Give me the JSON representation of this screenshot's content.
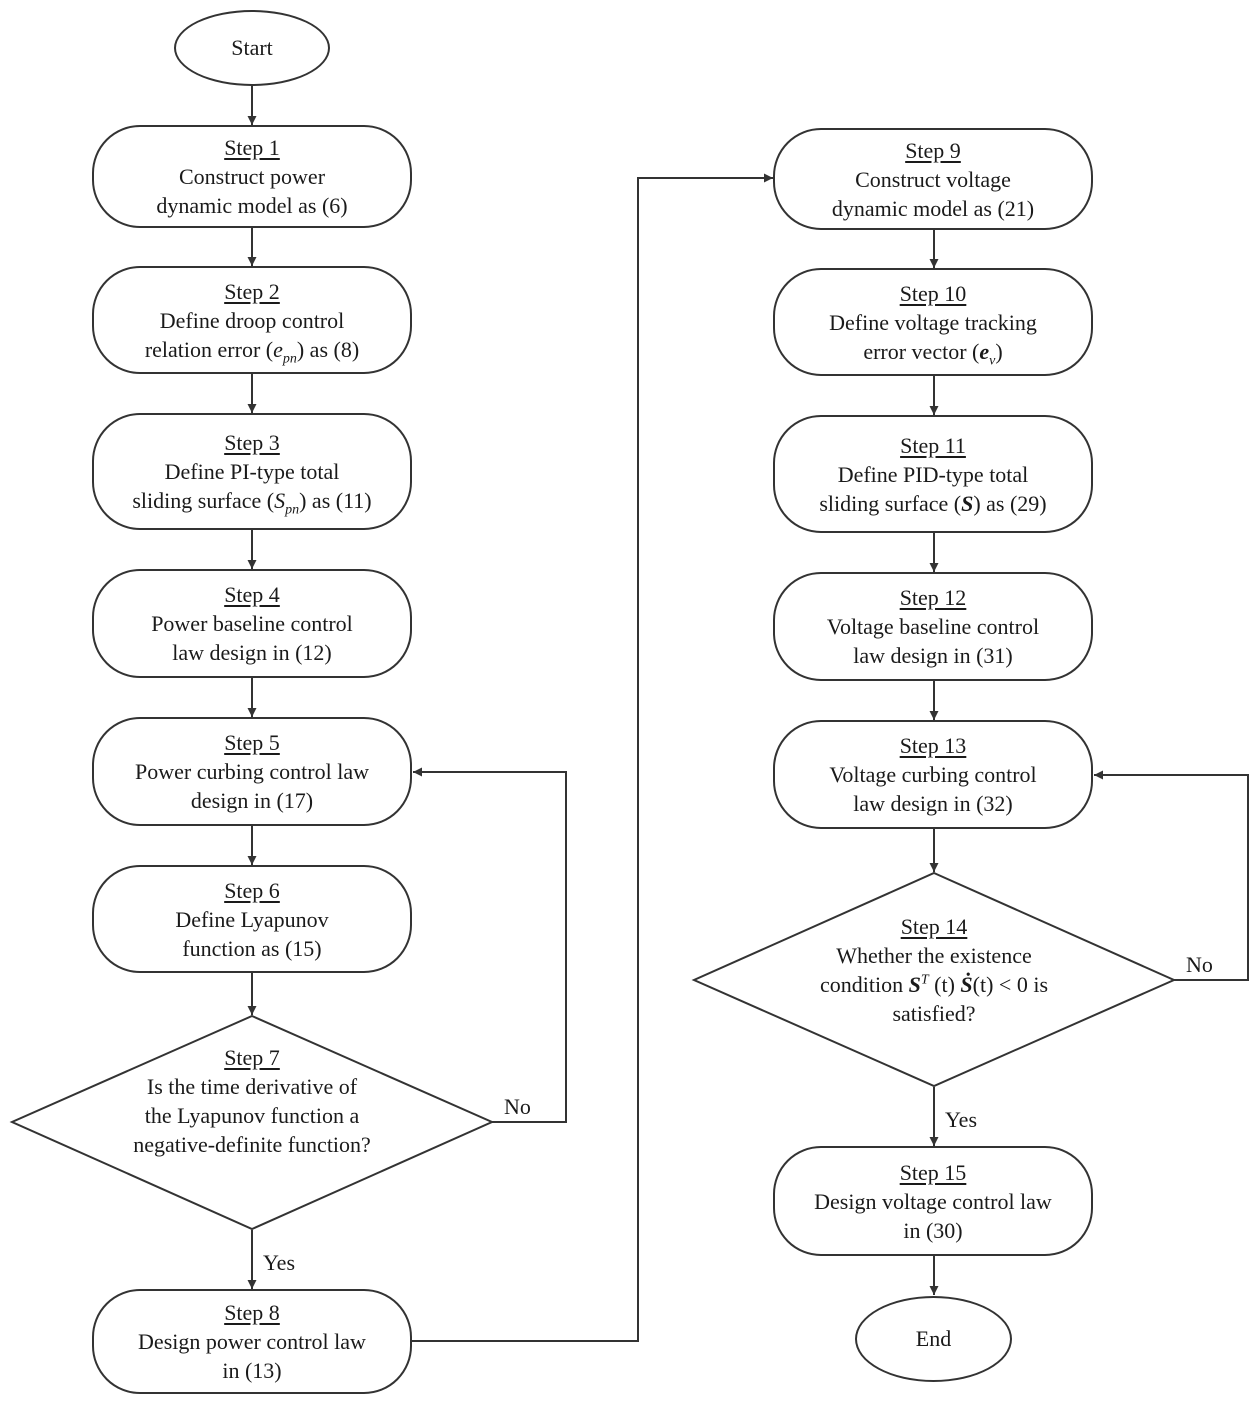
{
  "start_label": "Start",
  "end_label": "End",
  "yes_label": "Yes",
  "no_label": "No",
  "step1": {
    "title": "Step 1",
    "line1": "Construct power",
    "line2": "dynamic model as (6)"
  },
  "step2": {
    "title": "Step 2",
    "line1": "Define  droop control",
    "line2_pre": "relation error (",
    "sym": "e",
    "sub": "pn",
    "line2_post": ") as (8)"
  },
  "step3": {
    "title": "Step 3",
    "line1": "Define  PI-type total",
    "line2_pre": "sliding surface (",
    "sym": "S",
    "sub": "pn",
    "line2_post": ") as (11)"
  },
  "step4": {
    "title": "Step 4",
    "line1": "Power baseline control",
    "line2": "law design in (12)"
  },
  "step5": {
    "title": "Step 5",
    "line1": "Power curbing control law",
    "line2": "design in (17)"
  },
  "step6": {
    "title": "Step 6",
    "line1": "Define  Lyapunov",
    "line2": "function as (15)"
  },
  "step7": {
    "title": "Step 7",
    "line1": "Is the time derivative of",
    "line2": "the Lyapunov function  a",
    "line3": "negative-definite function?"
  },
  "step8": {
    "title": "Step 8",
    "line1": "Design power control law",
    "line2": "in (13)"
  },
  "step9": {
    "title": "Step 9",
    "line1": "Construct voltage",
    "line2": "dynamic model as (21)"
  },
  "step10": {
    "title": "Step 10",
    "line1": "Define  voltage tracking",
    "line2_pre": "error vector (",
    "sym": "e",
    "sub": "v",
    "line2_post": ")"
  },
  "step11": {
    "title": "Step 11",
    "line1": "Define  PID-type total",
    "line2_pre": "sliding surface (",
    "sym": "S",
    "line2_post": ") as (29)"
  },
  "step12": {
    "title": "Step 12",
    "line1": "Voltage baseline control",
    "line2": "law design in (31)"
  },
  "step13": {
    "title": "Step 13",
    "line1": "Voltage curbing control",
    "line2": "law design in (32)"
  },
  "step14": {
    "title": "Step 14",
    "line1": "Whether the existence",
    "line2_pre": "condition ",
    "sym1": "S",
    "sup": "T",
    "arg1": " (t) ",
    "sym2": "Ṡ",
    "arg2": "(t) < 0 is",
    "line3": "satisfied?"
  },
  "step15": {
    "title": "Step 15",
    "line1": "Design voltage control law",
    "line2": "in (30)"
  }
}
